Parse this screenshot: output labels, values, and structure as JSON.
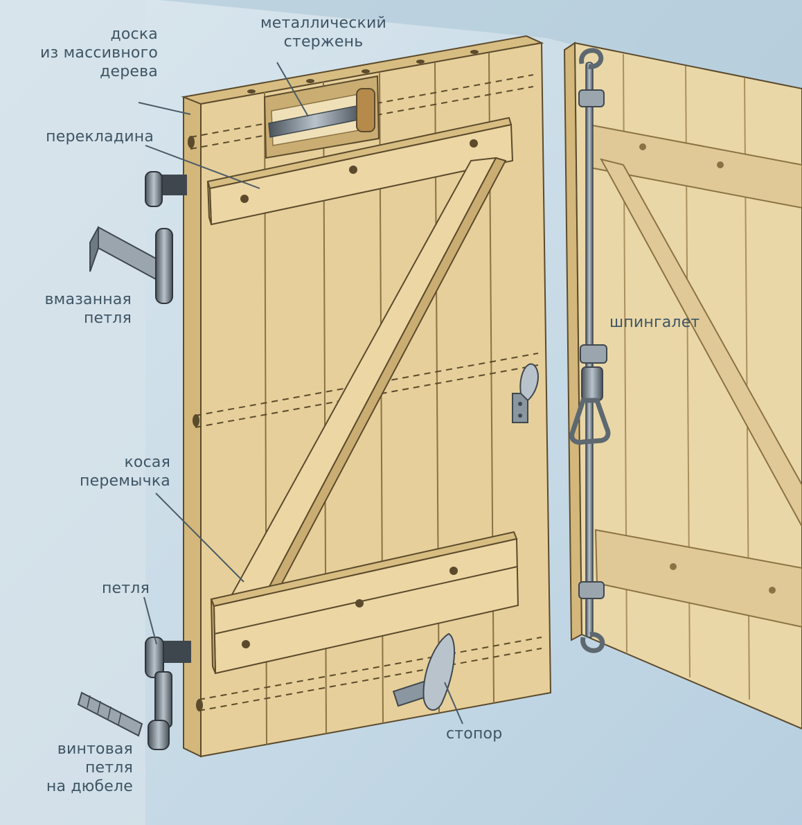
{
  "labels": {
    "board": [
      "доска",
      "из массивного",
      "дерева"
    ],
    "rod": [
      "металлический",
      "стержень"
    ],
    "crossbar": "перекладина",
    "embedded_hinge": [
      "вмазанная",
      "петля"
    ],
    "espagnolette": "шпингалет",
    "diagonal": [
      "косая",
      "перемычка"
    ],
    "hinge": "петля",
    "stopper": "стопор",
    "screw_hinge": [
      "винтовая",
      "петля",
      "на дюбеле"
    ]
  },
  "colors": {
    "background_wall": "#c9dbe6",
    "wall_shadow": "#a9c4d6",
    "wood": "#e6cf9a",
    "wood_dark": "#c9ad72",
    "wood_edge": "#d8bd82",
    "outline": "#5b4a2c",
    "metal": "#8a96a0",
    "metal_dark": "#3f474e",
    "leader_line": "#4a5b66",
    "label_text": "#3e5565"
  }
}
